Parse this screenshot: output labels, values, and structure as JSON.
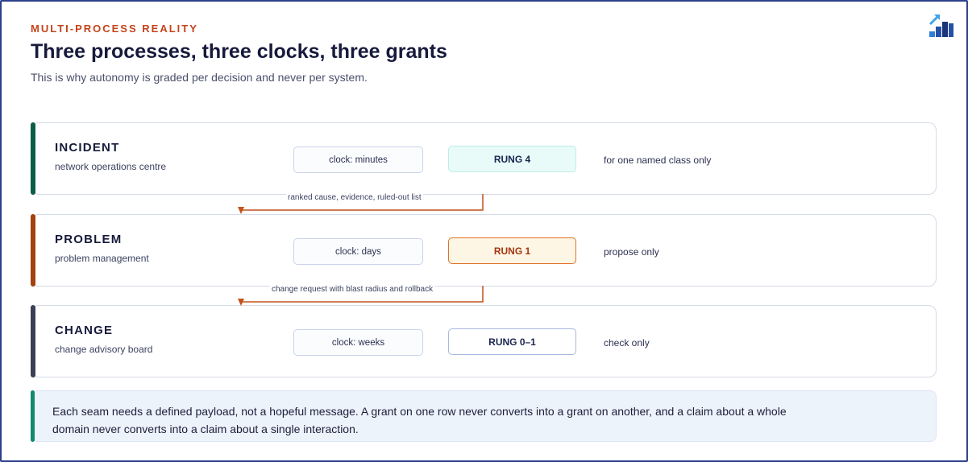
{
  "header": {
    "eyebrow": "MULTI-PROCESS REALITY",
    "title": "Three processes, three clocks, three grants",
    "subtitle": "This is why autonomy is graded per decision and never per system."
  },
  "logo_icon": "rising-stairs-arrow-icon",
  "rows": [
    {
      "name": "INCIDENT",
      "subtitle": "network operations centre",
      "clock": "clock: minutes",
      "rung": "RUNG 4",
      "scope": "for one named class only",
      "accent_color": "#0b5e46",
      "rung_style": {
        "background": "#e8fbf8",
        "border": "#bfece4",
        "text": "#1b2550"
      }
    },
    {
      "name": "PROBLEM",
      "subtitle": "problem management",
      "clock": "clock: days",
      "rung": "RUNG 1",
      "scope": "propose only",
      "accent_color": "#a4410f",
      "rung_style": {
        "background": "#fdf6e4",
        "border": "#e0702a",
        "text": "#a4340f"
      }
    },
    {
      "name": "CHANGE",
      "subtitle": "change advisory board",
      "clock": "clock: weeks",
      "rung": "RUNG 0–1",
      "scope": "check only",
      "accent_color": "#3a4156",
      "rung_style": {
        "background": "#ffffff",
        "border": "#a9b8e0",
        "text": "#1b2550"
      }
    }
  ],
  "seams": [
    {
      "label": "ranked cause, evidence, ruled-out list",
      "color": "#c4521a"
    },
    {
      "label": "change request with blast radius and rollback",
      "color": "#c4521a"
    }
  ],
  "note": {
    "text": "Each seam needs a defined payload, not a hopeful message. A grant on one row never converts into a grant on another, and a claim about a whole domain never converts into a claim about a single interaction."
  }
}
